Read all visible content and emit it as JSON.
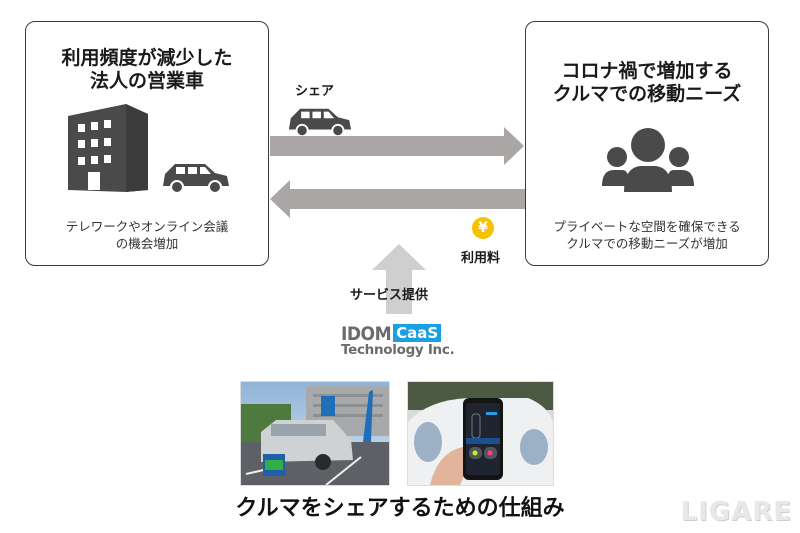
{
  "left_panel": {
    "title_lines": [
      "利用頻度が減少した",
      "法人の営業車"
    ],
    "description_lines": [
      "テレワークやオンライン会議",
      "の機会増加"
    ],
    "icons": [
      "office-building-icon",
      "car-icon"
    ]
  },
  "right_panel": {
    "title_lines": [
      "コロナ禍で増加する",
      "クルマでの移動ニーズ"
    ],
    "description_lines": [
      "プライベートな空間を確保できる",
      "クルマでの移動ニーズが増加"
    ],
    "icons": [
      "user-group-icon"
    ]
  },
  "flows": {
    "share_label": "シェア",
    "fee_label": "利用料",
    "yen_symbol": "¥",
    "service_label": "サービス提供"
  },
  "logo": {
    "name": "IDOM",
    "badge": "CaaS",
    "subtitle": "Technology Inc."
  },
  "photos": [
    {
      "name": "car-sharing-station-photo",
      "description": "White SUV parked at car sharing station"
    },
    {
      "name": "smartphone-app-photo",
      "description": "Hand holding smartphone with car sharing app"
    }
  ],
  "caption": "クルマをシェアするための仕組み",
  "watermark": "LIGARE",
  "colors": {
    "arrow": "#aaa6a6",
    "arrow_up": "#cfcfcf",
    "icon": "#4a4a4a",
    "yen_coin": "#f5c200",
    "caas_badge": "#1a9fe0",
    "border": "#3a3a3a"
  }
}
